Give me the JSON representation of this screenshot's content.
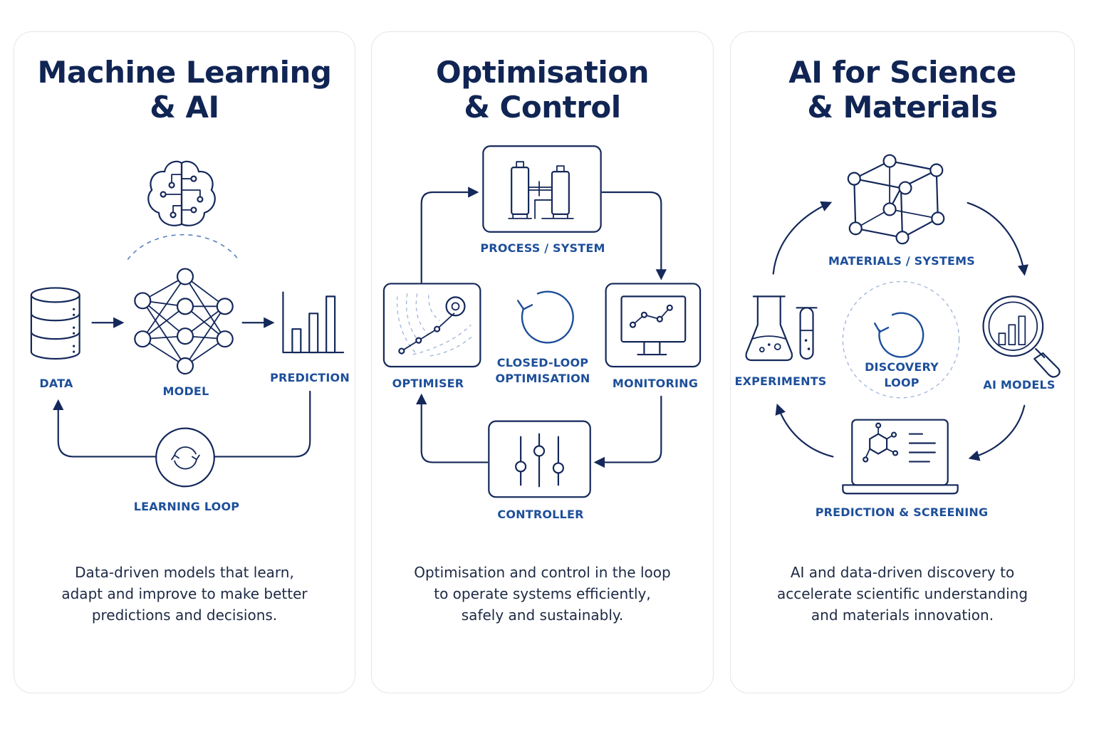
{
  "panels": {
    "ml": {
      "title_line1": "Machine Learning",
      "title_line2": "& AI",
      "labels": {
        "data": "DATA",
        "model": "MODEL",
        "prediction": "PREDICTION",
        "learning_loop": "LEARNING LOOP"
      },
      "icons": [
        "brain-icon",
        "database-icon",
        "neural-network-icon",
        "bar-chart-icon",
        "refresh-icon"
      ],
      "description": [
        "Data-driven models that learn,",
        "adapt and improve to make better",
        "predictions and decisions."
      ]
    },
    "opt": {
      "title_line1": "Optimisation",
      "title_line2": "& Control",
      "labels": {
        "process": "PROCESS / SYSTEM",
        "optimiser": "OPTIMISER",
        "closed_loop_line1": "CLOSED-LOOP",
        "closed_loop_line2": "OPTIMISATION",
        "monitoring": "MONITORING",
        "controller": "CONTROLLER"
      },
      "icons": [
        "process-tanks-icon",
        "optimiser-landscape-icon",
        "cycle-icon",
        "monitor-chart-icon",
        "sliders-icon"
      ],
      "description": [
        "Optimisation and control in the loop",
        "to operate systems efficiently,",
        "safely and sustainably."
      ]
    },
    "ai": {
      "title_line1": "AI for Science",
      "title_line2": "& Materials",
      "labels": {
        "materials": "MATERIALS / SYSTEMS",
        "experiments": "EXPERIMENTS",
        "discovery_line1": "DISCOVERY",
        "discovery_line2": "LOOP",
        "ai_models": "AI MODELS",
        "prediction_screening": "PREDICTION & SCREENING"
      },
      "icons": [
        "crystal-lattice-icon",
        "lab-flask-icon",
        "cycle-icon",
        "magnifier-chart-icon",
        "laptop-molecule-icon"
      ],
      "description": [
        "AI and data-driven discovery to",
        "accelerate scientific understanding",
        "and materials innovation."
      ]
    }
  },
  "colors": {
    "navy": "#102554",
    "accent_blue": "#1d4f9a",
    "border": "#e3e6ec"
  }
}
